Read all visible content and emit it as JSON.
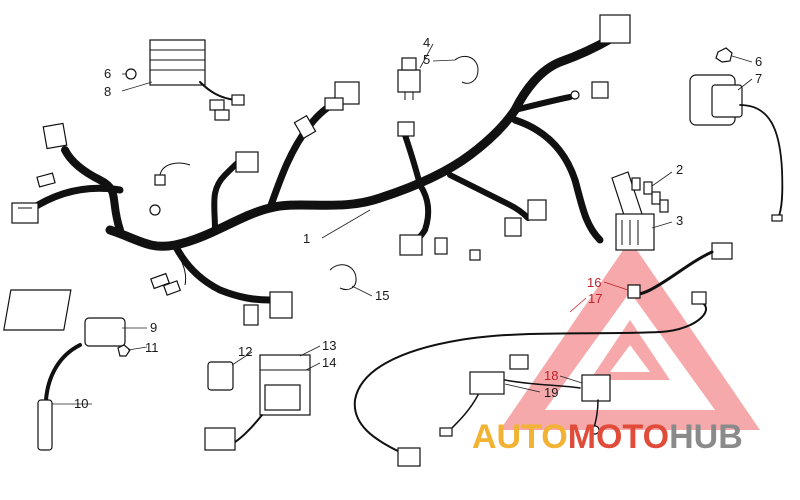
{
  "diagram": {
    "callouts": [
      {
        "id": "c1",
        "label": "1"
      },
      {
        "id": "c2",
        "label": "2"
      },
      {
        "id": "c3",
        "label": "3"
      },
      {
        "id": "c4",
        "label": "4"
      },
      {
        "id": "c5",
        "label": "5"
      },
      {
        "id": "c6a",
        "label": "6"
      },
      {
        "id": "c6b",
        "label": "6"
      },
      {
        "id": "c7",
        "label": "7"
      },
      {
        "id": "c8",
        "label": "8"
      },
      {
        "id": "c9",
        "label": "9"
      },
      {
        "id": "c10",
        "label": "10"
      },
      {
        "id": "c11",
        "label": "11"
      },
      {
        "id": "c12",
        "label": "12"
      },
      {
        "id": "c13",
        "label": "13"
      },
      {
        "id": "c14",
        "label": "14"
      },
      {
        "id": "c15",
        "label": "15"
      },
      {
        "id": "c16",
        "label": "16"
      },
      {
        "id": "c17",
        "label": "17"
      },
      {
        "id": "c18",
        "label": "18"
      },
      {
        "id": "c19",
        "label": "19"
      }
    ]
  },
  "watermark": {
    "part1": "AUTO",
    "part2": "MOTO",
    "part3": "HUB",
    "colors": {
      "auto": "#f2b233",
      "moto": "#e04b3a",
      "hub": "#8a8a8a",
      "triangle": "#f0787a"
    }
  }
}
